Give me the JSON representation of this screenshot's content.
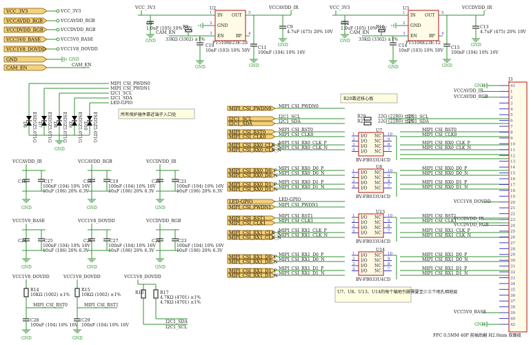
{
  "ports_left": [
    {
      "label": "VCC_3V3",
      "net": "VCC_3V3"
    },
    {
      "label": "VCCAVDD_RGB",
      "net": "VCCAVDD_RGB"
    },
    {
      "label": "VCCDVDD_RGB",
      "net": "VCCDVDD_RGB"
    },
    {
      "label": "VCC5V0_BASE",
      "net": "VCC5V0_BASE"
    },
    {
      "label": "VCC1V8_DOVDD",
      "net": "VCC1V8_DOVDD"
    },
    {
      "label": "GND",
      "net": "GND"
    },
    {
      "label": "CAM_EN",
      "net": "CAM_EN"
    }
  ],
  "ldo1": {
    "ref": "U2",
    "part": "PT5108E23E-28",
    "vin": "VCC_3V3",
    "vout": "VCCAVDD_IR",
    "pins": {
      "in": "IN",
      "out": "OUT",
      "gnd": "GND",
      "en": "EN",
      "bp": "BP",
      "p1": "1",
      "p2": "2",
      "p3": "3",
      "p4": "4",
      "p5": "5"
    },
    "c_in": {
      "ref": "C8",
      "val": "1.0uF (105) 10% 25V"
    },
    "r_en": {
      "ref": "R8",
      "val": "33KΩ (3302) ±1%"
    },
    "en_net": "CAM_EN",
    "c_bp": {
      "ref": "C10",
      "val": "10nF (103) 10% 50V"
    },
    "c_out": {
      "ref": "C9",
      "val": "4.7uF (475) 20% 10V"
    },
    "c_out2": {
      "ref": "C11",
      "val": "100nF (104) 10% 16V"
    }
  },
  "ldo2": {
    "ref": "U3",
    "part": "PT5108E23E-12",
    "vin": "VCC_3V3",
    "vout": "VCCDVDD_IR",
    "pins": {
      "in": "IN",
      "out": "OUT",
      "gnd": "GND",
      "en": "EN",
      "bp": "BP",
      "p1": "1",
      "p2": "2",
      "p3": "3",
      "p4": "4",
      "p5": "5"
    },
    "c_in": {
      "ref": "C12",
      "val": "1.0uF (105) 10% 25V"
    },
    "r_en": {
      "ref": "R10",
      "val": "33KΩ (3302) ±1%"
    },
    "en_net": "CAM_EN",
    "c_bp": {
      "ref": "C14",
      "val": "10nF (103) 10% 50V"
    },
    "c_out": {
      "ref": "C13",
      "val": "4.7uF (475) 20% 10V"
    },
    "c_out2": {
      "ref": "C15",
      "val": "100nF (104) 10% 16V"
    }
  },
  "gnd_label": "GND",
  "esd": {
    "nets": [
      "MIPI_CSI_PWDN0",
      "MIPI_CSI_PWDN1",
      "I2C1_SCL",
      "I2C1_SDA",
      "LED-GPIO"
    ],
    "diodes": [
      "D6",
      "D7",
      "D8",
      "D9",
      "D10"
    ],
    "part": "ESD5Z5.0T1G",
    "note": "所有保护器件靠近端子入口处"
  },
  "decoupling": [
    {
      "rail": "VCCAVDD_IR",
      "c1": "C16",
      "c2": "C17",
      "v1": "100nF (104) 10% 16V",
      "v2": "10uF (106) 20% 6.3V"
    },
    {
      "rail": "VCCAVDD_RGB",
      "c1": "C18",
      "c2": "C19",
      "v1": "100nF (104) 10% 16V",
      "v2": "10uF (106) 20% 6.3V"
    },
    {
      "rail": "VCCDVDD_IR",
      "c1": "C20",
      "c2": "C21",
      "v1": "100nF (104) 10% 16V",
      "v2": "10uF (106) 20% 6.3V"
    },
    {
      "rail": "VCC5V0_BASE",
      "c1": "C24",
      "c2": "C25",
      "v1": "100nF (104) 10% 16V",
      "v2": "10uF (106) 20% 6.3V"
    },
    {
      "rail": "VCC1V8_DOVDD",
      "c1": "C26",
      "c2": "C27",
      "v1": "100nF (104) 10% 16V",
      "v2": "10uF (106) 20% 6.3V"
    },
    {
      "rail": "VCCDVDD_RGB",
      "c1": "C22",
      "c2": "C23",
      "v1": "100nF (104) 10% 16V",
      "v2": "10uF (106) 20% 6.3V"
    }
  ],
  "pullups": [
    {
      "rail": "VCC1V8_DOVDD",
      "r": "R14",
      "rv": "10KΩ (1002) ±1%",
      "net": "MIPI_CSI_RST0",
      "c": "C28",
      "cv": "100nF (104) 10% 16V"
    },
    {
      "rail": "VCC1V8_DOVDD",
      "r": "R15",
      "rv": "10KΩ (1002) ±1%",
      "net": "MIPI_CSI_RST1",
      "c": "C29",
      "cv": "100nF (104) 10% 16V"
    },
    {
      "rail": "VCC1V8_DOVDD",
      "r1": "R16",
      "r2": "R17",
      "rv": "4.7KΩ (4701) ±1%",
      "net1": "I2C1_SDA",
      "net2": "I2C1_SCL"
    }
  ],
  "mux": {
    "part": "BV-FB033U4CD",
    "r20_note": "R20靠近核心板",
    "r20": "R20",
    "r21": "R21",
    "rval": "22Ω (22R0) ±1%",
    "chips": [
      "U7",
      "U8",
      "U13",
      "U14"
    ],
    "pin_io": "I/O",
    "pin_nc": "NC",
    "note": "U7、U8、U13、U14的每个输地引脚需要至少三个地孔相地层"
  },
  "left_signals": [
    "MIPI_CSI_PWDN0",
    "I2C1_SCL",
    "I2C1_SDA",
    "MIPI_CSI_RST0",
    "MIPI_CSI_CLK0",
    "MIPI_CSI_RX0_CLK_P",
    "MIPI_CSI_RX0_CLK_N",
    "MIPI_CSI_RX0_D0_P",
    "MIPI_CSI_RX0_D0_N",
    "MIPI_CSI_RX0_D1_P",
    "MIPI_CSI_RX0_D1_N",
    "LED-GPIO",
    "MIPI_CSI_PWDN1",
    "MIPI_CSI_RST1",
    "MIPI_CSI_CLK1",
    "MIPI_CSI_RX1_CLK_P",
    "MIPI_CSI_RX1_CLK_N",
    "MIPI_CSI_RX1_D0_P",
    "MIPI_CSI_RX1_D0_N",
    "MIPI_CSI_RX1_D1_P",
    "MIPI_CSI_RX1_D1_N"
  ],
  "connector": {
    "ref": "J3",
    "desc": "FPC 0.5MM 40P 前插后翻 H2.0mm 双面接",
    "pins": [
      {
        "n": "41",
        "net": "GND"
      },
      {
        "n": "1",
        "net": "VCCAVDD_IR"
      },
      {
        "n": "2",
        "net": "VCCAVDD_RGB"
      },
      {
        "n": "3",
        "net": ""
      },
      {
        "n": "4",
        "net": ""
      },
      {
        "n": "5",
        "net": ""
      },
      {
        "n": "6",
        "net": ""
      },
      {
        "n": "7",
        "net": ""
      },
      {
        "n": "8",
        "net": ""
      },
      {
        "n": "9",
        "net": ""
      },
      {
        "n": "10",
        "net": ""
      },
      {
        "n": "11",
        "net": ""
      },
      {
        "n": "12",
        "net": ""
      },
      {
        "n": "13",
        "net": ""
      },
      {
        "n": "14",
        "net": ""
      },
      {
        "n": "15",
        "net": ""
      },
      {
        "n": "16",
        "net": ""
      },
      {
        "n": "17",
        "net": ""
      },
      {
        "n": "18",
        "net": ""
      },
      {
        "n": "19",
        "net": ""
      },
      {
        "n": "20",
        "net": "VCC1V8_DOVDD"
      },
      {
        "n": "21",
        "net": ""
      },
      {
        "n": "22",
        "net": ""
      },
      {
        "n": "23",
        "net": "VCCDVDD_IR"
      },
      {
        "n": "24",
        "net": "VCCDVDD_RGB"
      },
      {
        "n": "25",
        "net": ""
      },
      {
        "n": "26",
        "net": ""
      },
      {
        "n": "27",
        "net": ""
      },
      {
        "n": "28",
        "net": ""
      },
      {
        "n": "29",
        "net": ""
      },
      {
        "n": "30",
        "net": ""
      },
      {
        "n": "31",
        "net": ""
      },
      {
        "n": "32",
        "net": ""
      },
      {
        "n": "33",
        "net": ""
      },
      {
        "n": "34",
        "net": ""
      },
      {
        "n": "35",
        "net": ""
      },
      {
        "n": "36",
        "net": ""
      },
      {
        "n": "37",
        "net": ""
      },
      {
        "n": "38",
        "net": ""
      },
      {
        "n": "39",
        "net": "VCC5V0_BASE"
      },
      {
        "n": "40",
        "net": ""
      },
      {
        "n": "42",
        "net": "GND"
      }
    ]
  }
}
